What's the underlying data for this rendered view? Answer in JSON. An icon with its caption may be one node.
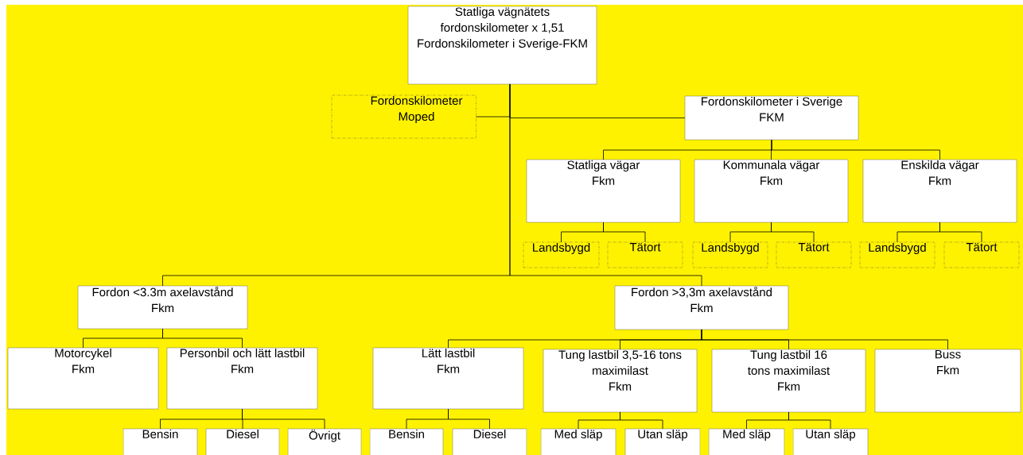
{
  "diagram": {
    "nodes": [
      {
        "text": [
          "Statliga vägnätets fordonskilometer x 1,51",
          "Fordonskilometer i Sverige-FKM"
        ]
      },
      {
        "text": [
          "Fordonskilometer Moped"
        ]
      },
      {
        "text": [
          "Fordonskilometer i Sverige",
          "FKM"
        ]
      },
      {
        "text": [
          "Statliga vägar",
          "Fkm"
        ]
      },
      {
        "text": [
          "Kommunala vägar",
          "Fkm"
        ]
      },
      {
        "text": [
          "Enskilda vägar",
          "Fkm"
        ]
      },
      {
        "text": [
          "Landsbygd"
        ]
      },
      {
        "text": [
          "Tätort"
        ]
      },
      {
        "text": [
          "Landsbygd"
        ]
      },
      {
        "text": [
          "Tätort"
        ]
      },
      {
        "text": [
          "Landsbygd"
        ]
      },
      {
        "text": [
          "Tätort"
        ]
      },
      {
        "text": [
          "Fordon <3.3m axelavstånd",
          "Fkm"
        ]
      },
      {
        "text": [
          "Fordon >3,3m axelavstånd",
          "Fkm"
        ]
      },
      {
        "text": [
          "Motorcykel",
          "Fkm"
        ]
      },
      {
        "text": [
          "Personbil och lätt lastbil",
          "Fkm"
        ]
      },
      {
        "text": [
          "Lätt lastbil",
          "Fkm"
        ]
      },
      {
        "text": [
          "Tung lastbil 3,5-16 tons maximilast",
          "Fkm"
        ]
      },
      {
        "text": [
          "Tung lastbil 16 tons maximilast",
          "Fkm"
        ]
      },
      {
        "text": [
          "Buss",
          "Fkm"
        ]
      },
      {
        "text": [
          "Bensin"
        ]
      },
      {
        "text": [
          "Diesel"
        ]
      },
      {
        "text": [
          "Övrigt"
        ]
      },
      {
        "text": [
          "Bensin"
        ]
      },
      {
        "text": [
          "Diesel"
        ]
      },
      {
        "text": [
          "Med släp"
        ]
      },
      {
        "text": [
          "Utan släp"
        ]
      },
      {
        "text": [
          "Med släp"
        ]
      },
      {
        "text": [
          "Utan släp"
        ]
      }
    ],
    "edges": [
      {
        "from": 0,
        "to": 1,
        "arrow": "none"
      },
      {
        "from": 0,
        "to": 2,
        "arrow": "none"
      },
      {
        "from": 2,
        "to": 3,
        "arrow": "none"
      },
      {
        "from": 2,
        "to": 4,
        "arrow": "none"
      },
      {
        "from": 2,
        "to": 5,
        "arrow": "none"
      },
      {
        "from": 3,
        "to": 6,
        "arrow": "none"
      },
      {
        "from": 3,
        "to": 7,
        "arrow": "none"
      },
      {
        "from": 4,
        "to": 8,
        "arrow": "none"
      },
      {
        "from": 4,
        "to": 9,
        "arrow": "none"
      },
      {
        "from": 5,
        "to": 10,
        "arrow": "none"
      },
      {
        "from": 5,
        "to": 11,
        "arrow": "none"
      },
      {
        "from": 0,
        "to": 12,
        "arrow": "none"
      },
      {
        "from": 0,
        "to": 13,
        "arrow": "none"
      },
      {
        "from": 12,
        "to": 14,
        "arrow": "none"
      },
      {
        "from": 12,
        "to": 15,
        "arrow": "none"
      },
      {
        "from": 15,
        "to": 20,
        "arrow": "none"
      },
      {
        "from": 15,
        "to": 21,
        "arrow": "none"
      },
      {
        "from": 15,
        "to": 22,
        "arrow": "none"
      },
      {
        "from": 13,
        "to": 16,
        "arrow": "none"
      },
      {
        "from": 13,
        "to": 17,
        "arrow": "none"
      },
      {
        "from": 13,
        "to": 18,
        "arrow": "none"
      },
      {
        "from": 13,
        "to": 19,
        "arrow": "none"
      },
      {
        "from": 16,
        "to": 23,
        "arrow": "none"
      },
      {
        "from": 16,
        "to": 24,
        "arrow": "none"
      },
      {
        "from": 17,
        "to": 25,
        "arrow": "none"
      },
      {
        "from": 17,
        "to": 26,
        "arrow": "none"
      },
      {
        "from": 18,
        "to": 27,
        "arrow": "none"
      },
      {
        "from": 18,
        "to": 28,
        "arrow": "none"
      }
    ]
  }
}
